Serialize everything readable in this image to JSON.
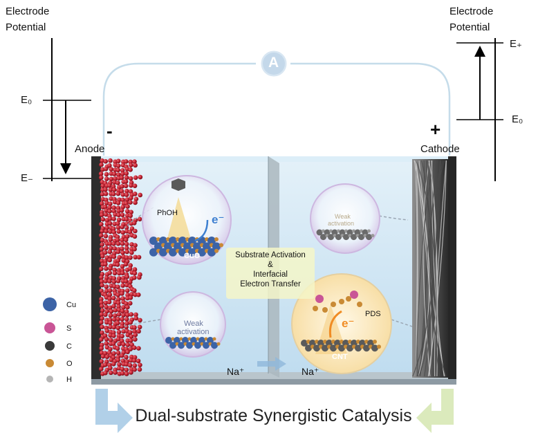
{
  "left_axis": {
    "title_line1": "Electrode",
    "title_line2": "Potential",
    "e0": "E₀",
    "eminus": "E₋"
  },
  "right_axis": {
    "title_line1": "Electrode",
    "title_line2": "Potential",
    "eplus": "E₊",
    "e0": "E₀"
  },
  "ammeter": {
    "symbol": "A"
  },
  "anode": {
    "sign": "-",
    "label": "Anode"
  },
  "cathode": {
    "sign": "+",
    "label": "Cathode"
  },
  "bubbles": {
    "phoh": {
      "molecule": "PhOH",
      "electron": "e⁻",
      "catalyst": "CuO"
    },
    "weak_left": {
      "line1": "Weak",
      "line2": "activation"
    },
    "weak_right": {
      "line1": "Weak",
      "line2": "activation"
    },
    "pds": {
      "molecule": "PDS",
      "electron": "e⁻",
      "catalyst": "CNT"
    }
  },
  "center_box": {
    "line1": "Substrate Activation",
    "line2": "&",
    "line3": "Interfacial",
    "line4": "Electron Transfer"
  },
  "ions": {
    "left": "Na⁺",
    "right": "Na⁺"
  },
  "legend": [
    {
      "name": "Cu",
      "color": "#3c63a6"
    },
    {
      "name": "S",
      "color": "#c95596"
    },
    {
      "name": "C",
      "color": "#3a3a3a"
    },
    {
      "name": "O",
      "color": "#c98a35"
    },
    {
      "name": "H",
      "color": "#b5b5b5"
    }
  ],
  "footer": {
    "title": "Dual-substrate Synergistic Catalysis"
  },
  "colors": {
    "electrolyte": "#c8e2f2",
    "anode_beads": "#b91c2c",
    "arrow_left": "#a9cbe6",
    "arrow_right": "#d7e8b5",
    "wire": "#c5dcea"
  }
}
